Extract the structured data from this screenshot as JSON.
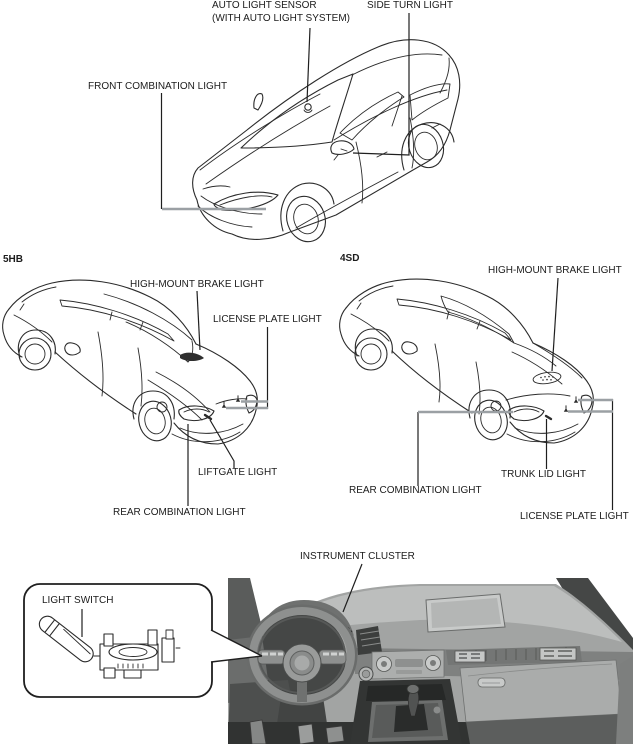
{
  "figure": {
    "kind": "vehicle-exterior-and-interior-lighting-location-diagram",
    "colors": {
      "background": "#ffffff",
      "line": "#2b2b2b",
      "pointer_gray": "#9ba0a4",
      "text": "#1c1c1c"
    }
  },
  "front_view": {
    "auto_light_sensor_line1": "AUTO LIGHT SENSOR",
    "auto_light_sensor_line2": "(WITH AUTO LIGHT SYSTEM)",
    "side_turn_light": "SIDE TURN LIGHT",
    "front_combination_light": "FRONT COMBINATION LIGHT"
  },
  "hatchback_view": {
    "badge": "5HB",
    "high_mount_brake_light": "HIGH-MOUNT BRAKE LIGHT",
    "license_plate_light": "LICENSE PLATE LIGHT",
    "liftgate_light": "LIFTGATE LIGHT",
    "rear_combination_light": "REAR COMBINATION LIGHT"
  },
  "sedan_view": {
    "badge": "4SD",
    "high_mount_brake_light": "HIGH-MOUNT BRAKE LIGHT",
    "trunk_lid_light": "TRUNK LID LIGHT",
    "rear_combination_light": "REAR COMBINATION LIGHT",
    "license_plate_light": "LICENSE PLATE LIGHT"
  },
  "interior_view": {
    "instrument_cluster": "INSTRUMENT CLUSTER",
    "light_switch": "LIGHT SWITCH"
  }
}
